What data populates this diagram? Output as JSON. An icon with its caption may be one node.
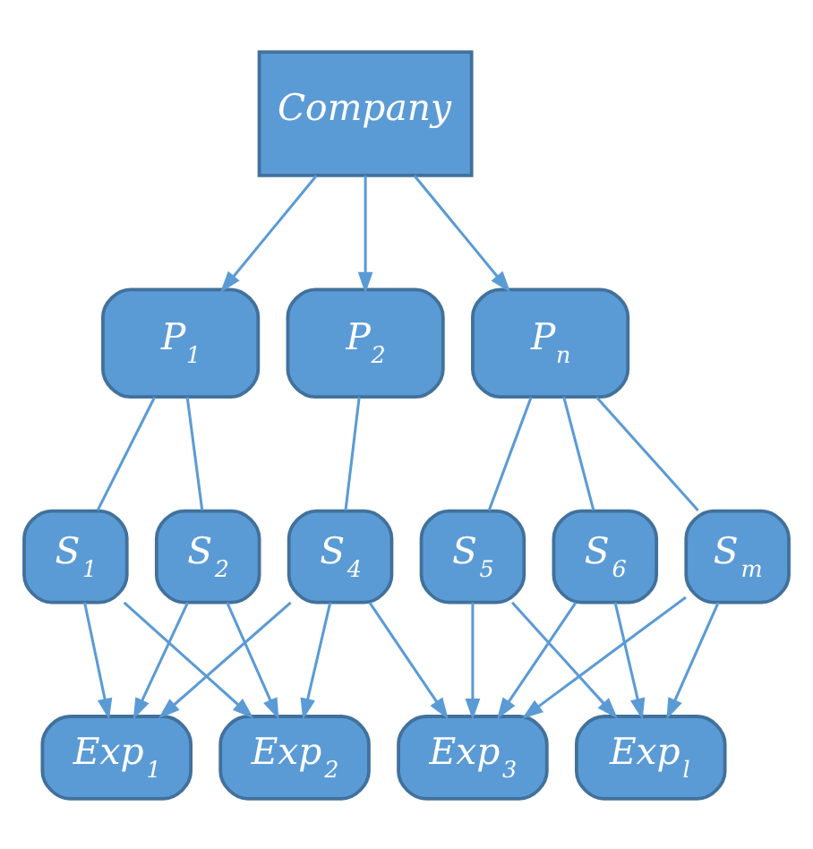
{
  "diagram": {
    "nodes": [
      {
        "text": [
          "Company"
        ]
      },
      {
        "text": [
          "P$_{1}$"
        ]
      },
      {
        "text": [
          "P$_{2}$"
        ]
      },
      {
        "text": [
          "P$_{n}$"
        ]
      },
      {
        "text": [
          "S$_{1}$"
        ]
      },
      {
        "text": [
          "S$_{2}$"
        ]
      },
      {
        "text": [
          "S$_{4}$"
        ]
      },
      {
        "text": [
          "S$_{5}$"
        ]
      },
      {
        "text": [
          "S$_{6}$"
        ]
      },
      {
        "text": [
          "S$_{m}$"
        ]
      },
      {
        "text": [
          "Exp$_{1}$"
        ]
      },
      {
        "text": [
          "Exp$_{2}$"
        ]
      },
      {
        "text": [
          "Exp$_{3}$"
        ]
      },
      {
        "text": [
          "Exp$_{l}$"
        ]
      }
    ],
    "edges": [
      {
        "from": 0,
        "to": 1,
        "arrow": "to"
      },
      {
        "from": 0,
        "to": 2,
        "arrow": "to"
      },
      {
        "from": 0,
        "to": 3,
        "arrow": "to"
      },
      {
        "from": 1,
        "to": 4,
        "arrow": "none"
      },
      {
        "from": 1,
        "to": 5,
        "arrow": "none"
      },
      {
        "from": 2,
        "to": 6,
        "arrow": "none"
      },
      {
        "from": 3,
        "to": 7,
        "arrow": "none"
      },
      {
        "from": 3,
        "to": 8,
        "arrow": "none"
      },
      {
        "from": 3,
        "to": 9,
        "arrow": "none"
      },
      {
        "from": 4,
        "to": 10,
        "arrow": "to"
      },
      {
        "from": 4,
        "to": 11,
        "arrow": "to"
      },
      {
        "from": 5,
        "to": 10,
        "arrow": "to"
      },
      {
        "from": 5,
        "to": 11,
        "arrow": "to"
      },
      {
        "from": 6,
        "to": 10,
        "arrow": "to"
      },
      {
        "from": 6,
        "to": 11,
        "arrow": "to"
      },
      {
        "from": 6,
        "to": 12,
        "arrow": "to"
      },
      {
        "from": 7,
        "to": 12,
        "arrow": "to"
      },
      {
        "from": 7,
        "to": 13,
        "arrow": "to"
      },
      {
        "from": 8,
        "to": 12,
        "arrow": "to"
      },
      {
        "from": 8,
        "to": 13,
        "arrow": "to"
      },
      {
        "from": 9,
        "to": 12,
        "arrow": "to"
      },
      {
        "from": 9,
        "to": 13,
        "arrow": "to"
      }
    ]
  }
}
